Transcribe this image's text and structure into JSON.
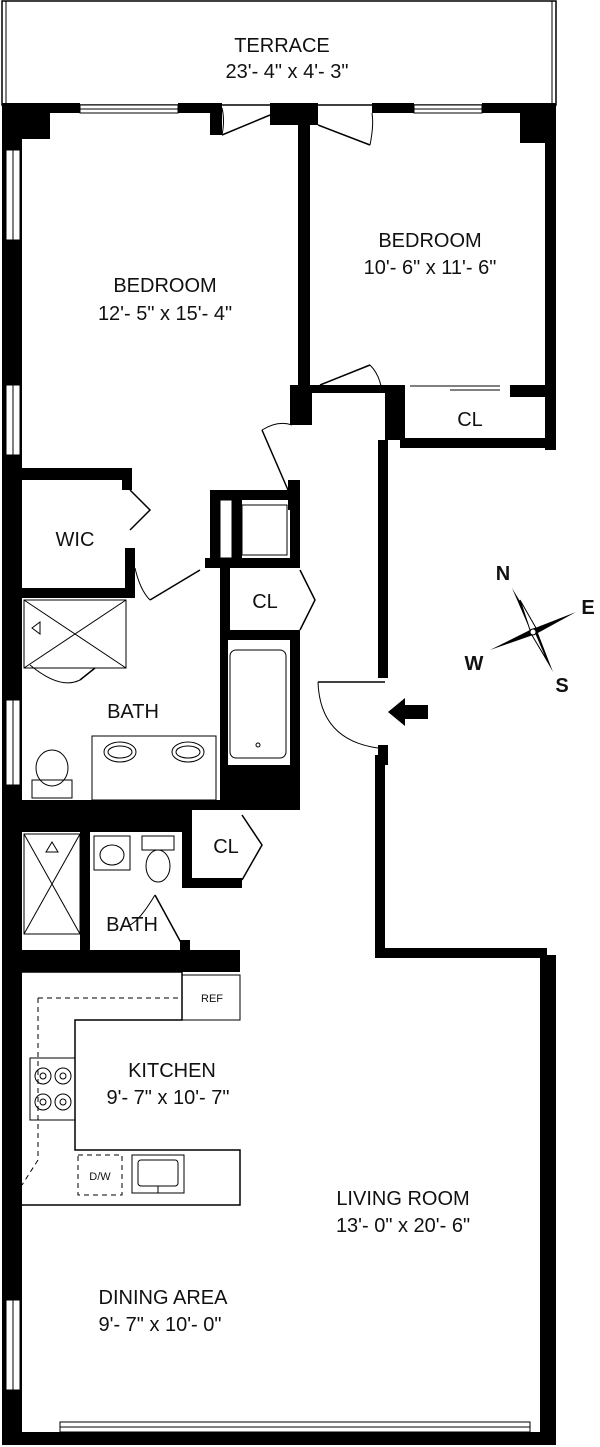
{
  "rooms": {
    "terrace": {
      "name": "TERRACE",
      "dims": "23'- 4\" x 4'- 3\""
    },
    "bedroom1": {
      "name": "BEDROOM",
      "dims": "12'- 5\" x 15'- 4\""
    },
    "bedroom2": {
      "name": "BEDROOM",
      "dims": "10'- 6\" x 11'- 6\""
    },
    "closet_bedroom2": {
      "name": "CL"
    },
    "wic": {
      "name": "WIC"
    },
    "closet_hall": {
      "name": "CL"
    },
    "bath1": {
      "name": "BATH"
    },
    "closet_bath2": {
      "name": "CL"
    },
    "bath2": {
      "name": "BATH"
    },
    "kitchen": {
      "name": "KITCHEN",
      "dims": "9'- 7\" x 10'- 7\""
    },
    "living": {
      "name": "LIVING ROOM",
      "dims": "13'- 0\" x 20'- 6\""
    },
    "dining": {
      "name": "DINING AREA",
      "dims": "9'- 7\" x 10'- 0\""
    }
  },
  "fixtures": {
    "ref": "REF",
    "dishwasher": "D/W"
  },
  "compass": {
    "n": "N",
    "e": "E",
    "s": "S",
    "w": "W"
  }
}
